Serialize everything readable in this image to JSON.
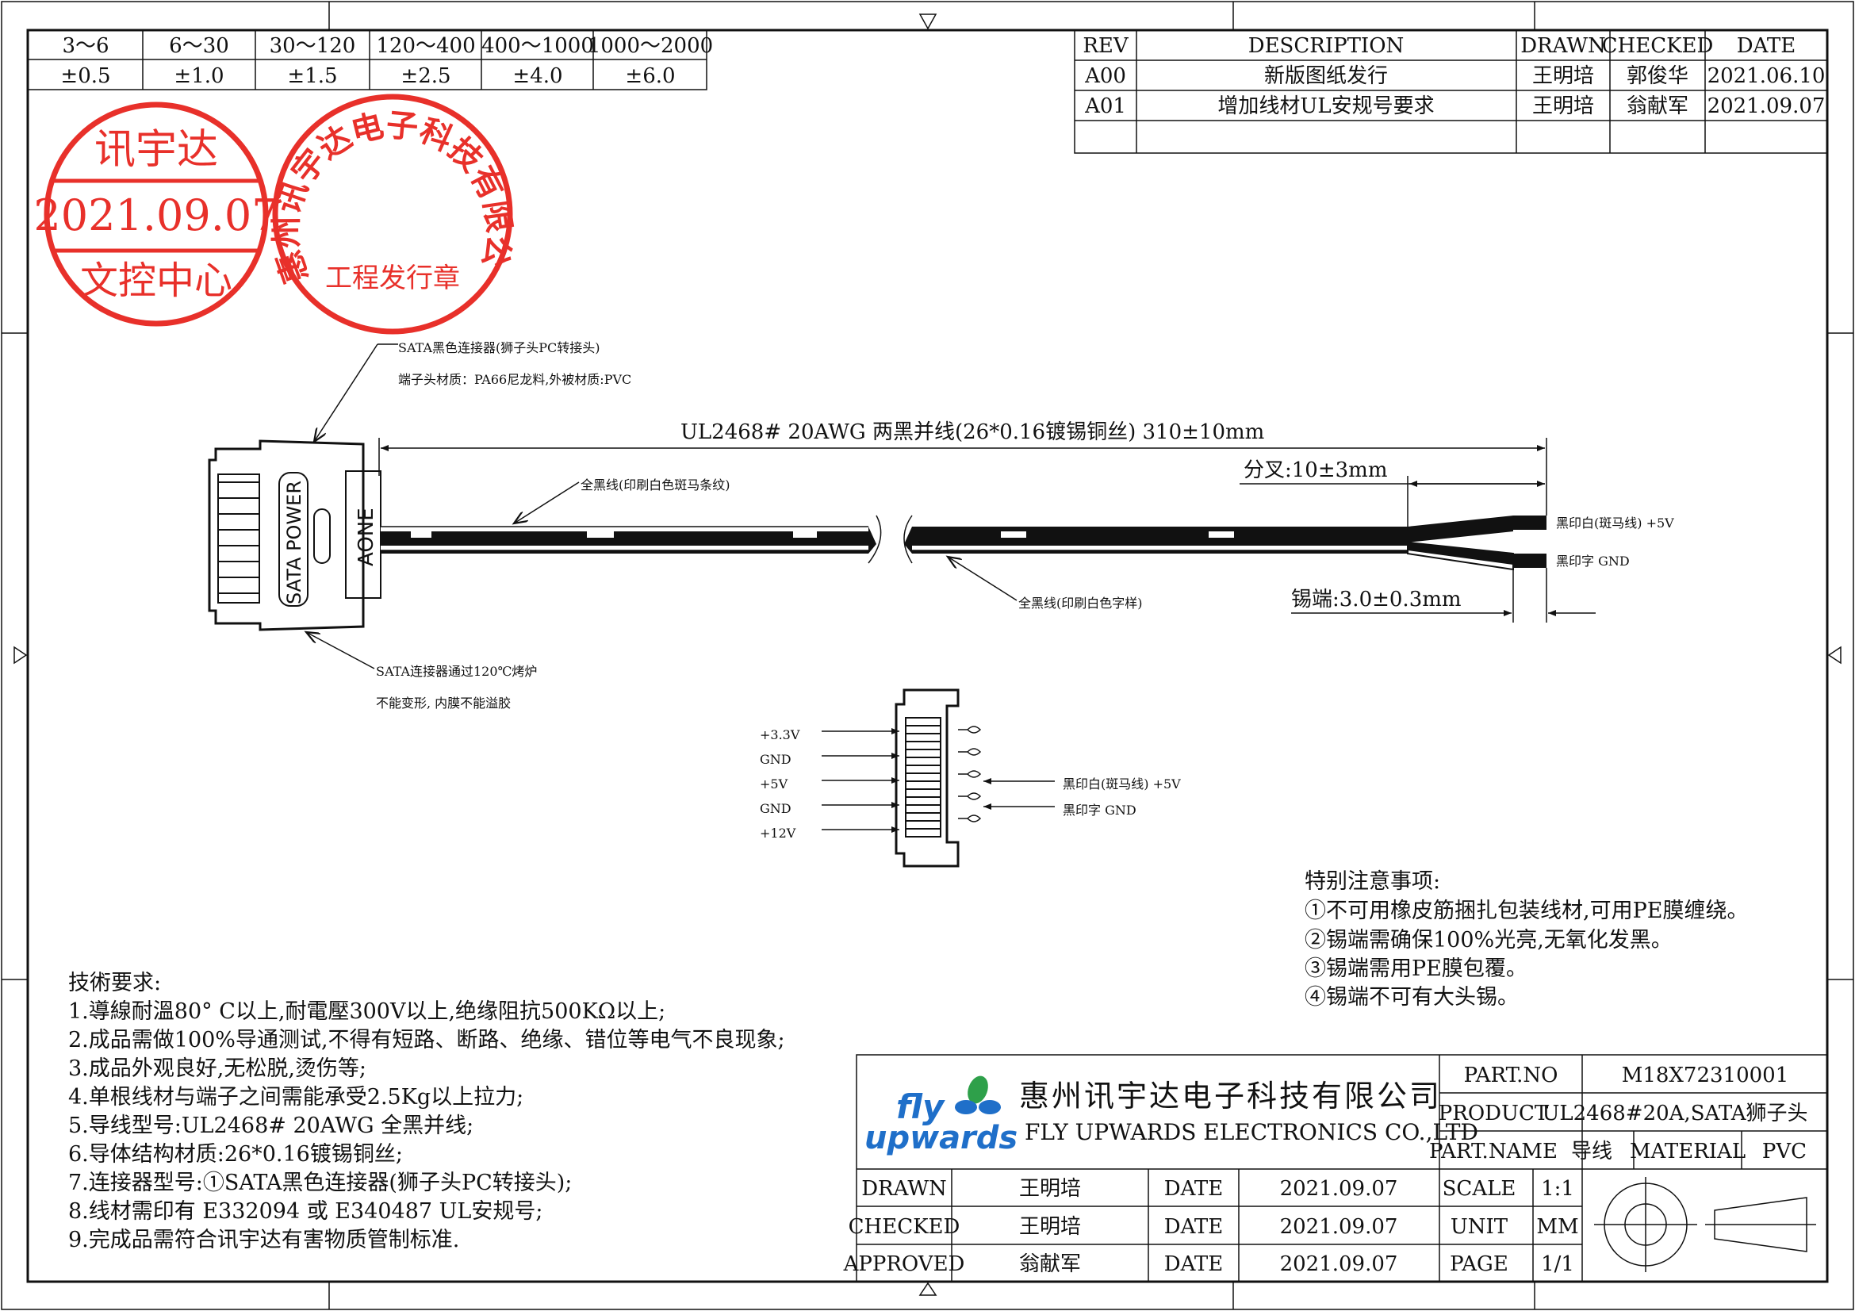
{
  "tolerance_table": {
    "ranges": [
      "3～6",
      "6～30",
      "30～120",
      "120～400",
      "400～1000",
      "1000～2000"
    ],
    "values": [
      "±0.5",
      "±1.0",
      "±1.5",
      "±2.5",
      "±4.0",
      "±6.0"
    ]
  },
  "revision_table": {
    "headers": [
      "REV",
      "DESCRIPTION",
      "DRAWN",
      "CHECKED",
      "DATE"
    ],
    "rows": [
      [
        "A00",
        "新版图纸发行",
        "王明培",
        "郭俊华",
        "2021.06.10"
      ],
      [
        "A01",
        "增加线材UL安规号要求",
        "王明培",
        "翁献军",
        "2021.09.07"
      ]
    ]
  },
  "stamps": {
    "control": {
      "top": "讯宇达",
      "date": "2021.09.07",
      "bottom": "文控中心",
      "color": "#e8302a"
    },
    "company": {
      "arc": "惠州讯宇达电子科技有限公司",
      "bottom": "工程发行章",
      "color": "#e8302a"
    }
  },
  "annotations": {
    "connector_1": "SATA黑色连接器(狮子头PC转接头)",
    "connector_2": "端子头材质：PA66尼龙料,外被材质:PVC",
    "cable_length": "UL2468# 20AWG 两黑并线(26*0.16镀锡铜丝) 310±10mm",
    "split": "分叉:10±3mm",
    "wire_zebra": "全黑线(印刷白色斑马条纹)",
    "wire_text": "全黑线(印刷白色字样)",
    "tin": "锡端:3.0±0.3mm",
    "end_5v": "黑印白(斑马线) +5V",
    "end_gnd": "黑印字 GND",
    "oven_1": "SATA连接器通过120℃烤炉",
    "oven_2": "不能变形, 内膜不能溢胶",
    "body_label_1": "SATA POWER",
    "body_label_2": "AONE"
  },
  "pinout": {
    "left": [
      "+3.3V",
      "GND",
      "+5V",
      "GND",
      "+12V"
    ],
    "right": [
      "黑印白(斑马线) +5V",
      "黑印字 GND"
    ]
  },
  "notes": {
    "title": "特别注意事项:",
    "items": [
      "①不可用橡皮筋捆扎包装线材,可用PE膜缠绕。",
      "②锡端需确保100%光亮,无氧化发黑。",
      "③锡端需用PE膜包覆。",
      "④锡端不可有大头锡。"
    ]
  },
  "requirements": {
    "title": "技術要求:",
    "items": [
      "1.導線耐溫80° C以上,耐電壓300V以上,绝缘阻抗500KΩ以上;",
      "2.成品需做100%导通测试,不得有短路、断路、绝缘、错位等电气不良现象;",
      "3.成品外观良好,无松脱,烫伤等;",
      "4.单根线材与端子之间需能承受2.5Kg以上拉力;",
      "5.导线型号:UL2468# 20AWG 全黑并线;",
      "6.导体结构材质:26*0.16镀锡铜丝;",
      "7.连接器型号:①SATA黑色连接器(狮子头PC转接头);",
      "8.线材需印有 E332094 或 E340487 UL安规号;",
      "9.完成品需符合讯宇达有害物质管制标准."
    ]
  },
  "title_block": {
    "logo_top": "fly",
    "logo_bottom": "upwards",
    "logo_color": "#1f6fc9",
    "leaf_green": "#2ea04a",
    "company_cn": "惠州讯宇达电子科技有限公司",
    "company_en": "FLY UPWARDS ELECTRONICS CO.,LTD",
    "part_no_label": "PART.NO",
    "part_no": "M18X72310001",
    "product_label": "PRODUCT",
    "product": "UL2468#20A,SATA狮子头",
    "part_name_label": "PART.NAME",
    "part_name": "导线",
    "material_label": "MATERIAL",
    "material": "PVC",
    "rows": [
      {
        "label": "DRAWN",
        "name": "王明培",
        "date_label": "DATE",
        "date": "2021.09.07",
        "k": "SCALE",
        "v": "1:1"
      },
      {
        "label": "CHECKED",
        "name": "王明培",
        "date_label": "DATE",
        "date": "2021.09.07",
        "k": "UNIT",
        "v": "MM"
      },
      {
        "label": "APPROVED",
        "name": "翁献军",
        "date_label": "DATE",
        "date": "2021.09.07",
        "k": "PAGE",
        "v": "1/1"
      }
    ]
  }
}
